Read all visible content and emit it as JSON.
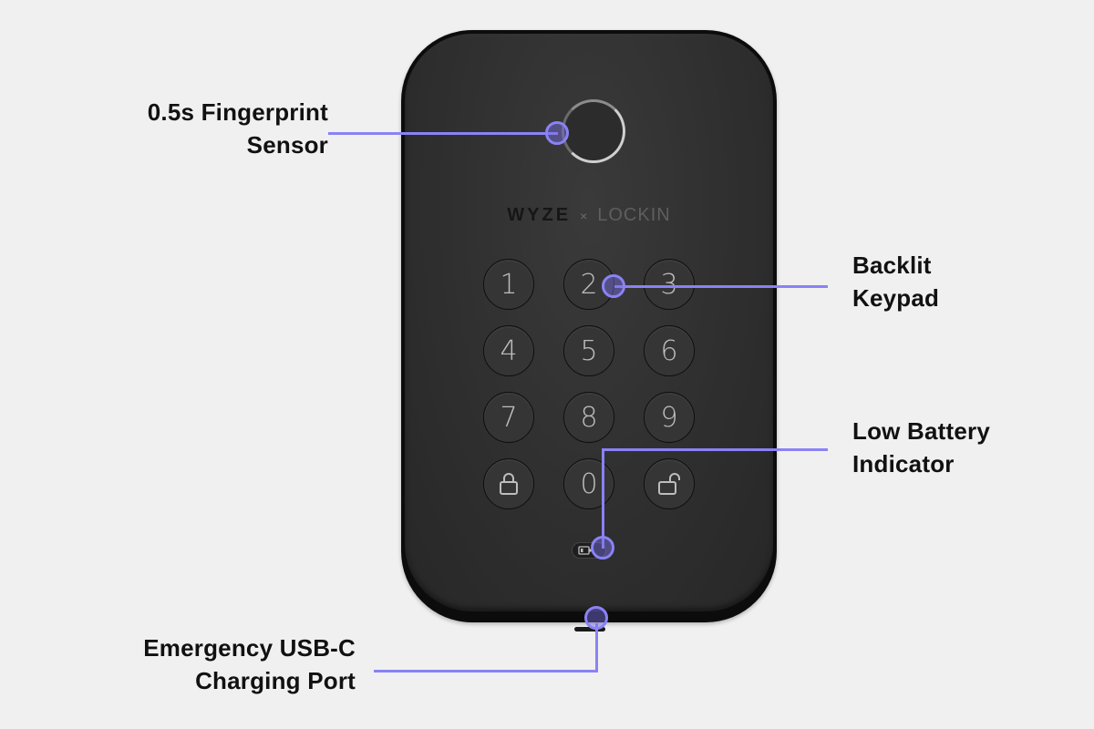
{
  "product": {
    "brand_primary": "WYZE",
    "brand_separator": "×",
    "brand_secondary": "LOCKIN",
    "keypad": {
      "keys": [
        {
          "label": "1"
        },
        {
          "label": "2"
        },
        {
          "label": "3"
        },
        {
          "label": "4"
        },
        {
          "label": "5"
        },
        {
          "label": "6"
        },
        {
          "label": "7"
        },
        {
          "label": "8"
        },
        {
          "label": "9"
        },
        {
          "label": "",
          "icon": "lock-closed-icon"
        },
        {
          "label": "0"
        },
        {
          "label": "",
          "icon": "lock-open-icon"
        }
      ]
    }
  },
  "callouts": {
    "fingerprint": {
      "line1": "0.5s Fingerprint",
      "line2": "Sensor"
    },
    "keypad": {
      "line1": "Backlit",
      "line2": "Keypad"
    },
    "battery": {
      "line1": "Low Battery",
      "line2": "Indicator"
    },
    "usb": {
      "line1": "Emergency USB-C",
      "line2": "Charging Port"
    }
  },
  "colors": {
    "accent": "#8a82f5",
    "background": "#f0f0f0",
    "lock_body": "#2f2f2f"
  }
}
